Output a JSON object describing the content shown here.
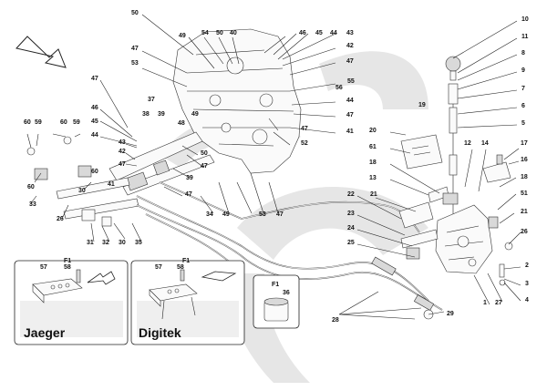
{
  "diagram": {
    "callouts": [
      {
        "id": "c10",
        "text": "10"
      },
      {
        "id": "c11",
        "text": "11"
      },
      {
        "id": "c8",
        "text": "8"
      },
      {
        "id": "c9",
        "text": "9"
      },
      {
        "id": "c7",
        "text": "7"
      },
      {
        "id": "c6",
        "text": "6"
      },
      {
        "id": "c5",
        "text": "5"
      },
      {
        "id": "c19",
        "text": "19"
      },
      {
        "id": "c20",
        "text": "20"
      },
      {
        "id": "c61",
        "text": "61"
      },
      {
        "id": "c12",
        "text": "12"
      },
      {
        "id": "c14",
        "text": "14"
      },
      {
        "id": "c17",
        "text": "17"
      },
      {
        "id": "c16",
        "text": "16"
      },
      {
        "id": "c18a",
        "text": "18"
      },
      {
        "id": "c13",
        "text": "13"
      },
      {
        "id": "c18b",
        "text": "18"
      },
      {
        "id": "c51",
        "text": "51"
      },
      {
        "id": "c21a",
        "text": "21"
      },
      {
        "id": "c22",
        "text": "22"
      },
      {
        "id": "c21b",
        "text": "21"
      },
      {
        "id": "c23",
        "text": "23"
      },
      {
        "id": "c24",
        "text": "24"
      },
      {
        "id": "c25",
        "text": "25"
      },
      {
        "id": "c26",
        "text": "26"
      },
      {
        "id": "c2",
        "text": "2"
      },
      {
        "id": "c3",
        "text": "3"
      },
      {
        "id": "c4",
        "text": "4"
      },
      {
        "id": "c27",
        "text": "27"
      },
      {
        "id": "c1",
        "text": "1"
      },
      {
        "id": "c29",
        "text": "29"
      },
      {
        "id": "c28",
        "text": "28"
      },
      {
        "id": "c36",
        "text": "36"
      },
      {
        "id": "c50a",
        "text": "50"
      },
      {
        "id": "c47a",
        "text": "47"
      },
      {
        "id": "c53a",
        "text": "53"
      },
      {
        "id": "c49a",
        "text": "49"
      },
      {
        "id": "c54",
        "text": "54"
      },
      {
        "id": "c50b",
        "text": "50"
      },
      {
        "id": "c40",
        "text": "40"
      },
      {
        "id": "c46a",
        "text": "46"
      },
      {
        "id": "c45a",
        "text": "45"
      },
      {
        "id": "c44a",
        "text": "44"
      },
      {
        "id": "c43a",
        "text": "43"
      },
      {
        "id": "c42",
        "text": "42"
      },
      {
        "id": "c47b",
        "text": "47"
      },
      {
        "id": "c55",
        "text": "55"
      },
      {
        "id": "c56",
        "text": "56"
      },
      {
        "id": "c44b",
        "text": "44"
      },
      {
        "id": "c47c",
        "text": "47"
      },
      {
        "id": "c41",
        "text": "41"
      },
      {
        "id": "c47d",
        "text": "47"
      },
      {
        "id": "c52",
        "text": "52"
      },
      {
        "id": "c37",
        "text": "37"
      },
      {
        "id": "c38",
        "text": "38"
      },
      {
        "id": "c39a",
        "text": "39"
      },
      {
        "id": "c49b",
        "text": "49"
      },
      {
        "id": "c48",
        "text": "48"
      },
      {
        "id": "c50c",
        "text": "50"
      },
      {
        "id": "c47e",
        "text": "47"
      },
      {
        "id": "c47f",
        "text": "47"
      },
      {
        "id": "c49c",
        "text": "49"
      },
      {
        "id": "c53b",
        "text": "53"
      },
      {
        "id": "c47g",
        "text": "47"
      },
      {
        "id": "c34",
        "text": "34"
      },
      {
        "id": "c39b",
        "text": "39"
      },
      {
        "id": "c47h",
        "text": "47"
      },
      {
        "id": "c46b",
        "text": "46"
      },
      {
        "id": "c45b",
        "text": "45"
      },
      {
        "id": "c44c",
        "text": "44"
      },
      {
        "id": "c43b",
        "text": "43"
      },
      {
        "id": "c42b",
        "text": "42"
      },
      {
        "id": "c47i",
        "text": "47"
      },
      {
        "id": "c60a",
        "text": "60"
      },
      {
        "id": "c59a",
        "text": "59"
      },
      {
        "id": "c60b",
        "text": "60"
      },
      {
        "id": "c59b",
        "text": "59"
      },
      {
        "id": "c60c",
        "text": "60"
      },
      {
        "id": "c60d",
        "text": "60"
      },
      {
        "id": "c33",
        "text": "33"
      },
      {
        "id": "c26b",
        "text": "26"
      },
      {
        "id": "c30a",
        "text": "30"
      },
      {
        "id": "c41b",
        "text": "41"
      },
      {
        "id": "c31",
        "text": "31"
      },
      {
        "id": "c32",
        "text": "32"
      },
      {
        "id": "c30b",
        "text": "30"
      },
      {
        "id": "c35",
        "text": "35"
      },
      {
        "id": "c57a",
        "text": "57"
      },
      {
        "id": "c58a",
        "text": "58"
      },
      {
        "id": "c57b",
        "text": "57"
      },
      {
        "id": "c58b",
        "text": "58"
      }
    ]
  },
  "insets": {
    "jaeger": {
      "label": "Jaeger",
      "tag": "F1"
    },
    "digitek": {
      "label": "Digitek",
      "tag": "F1"
    },
    "f1box": {
      "tag": "F1"
    }
  }
}
